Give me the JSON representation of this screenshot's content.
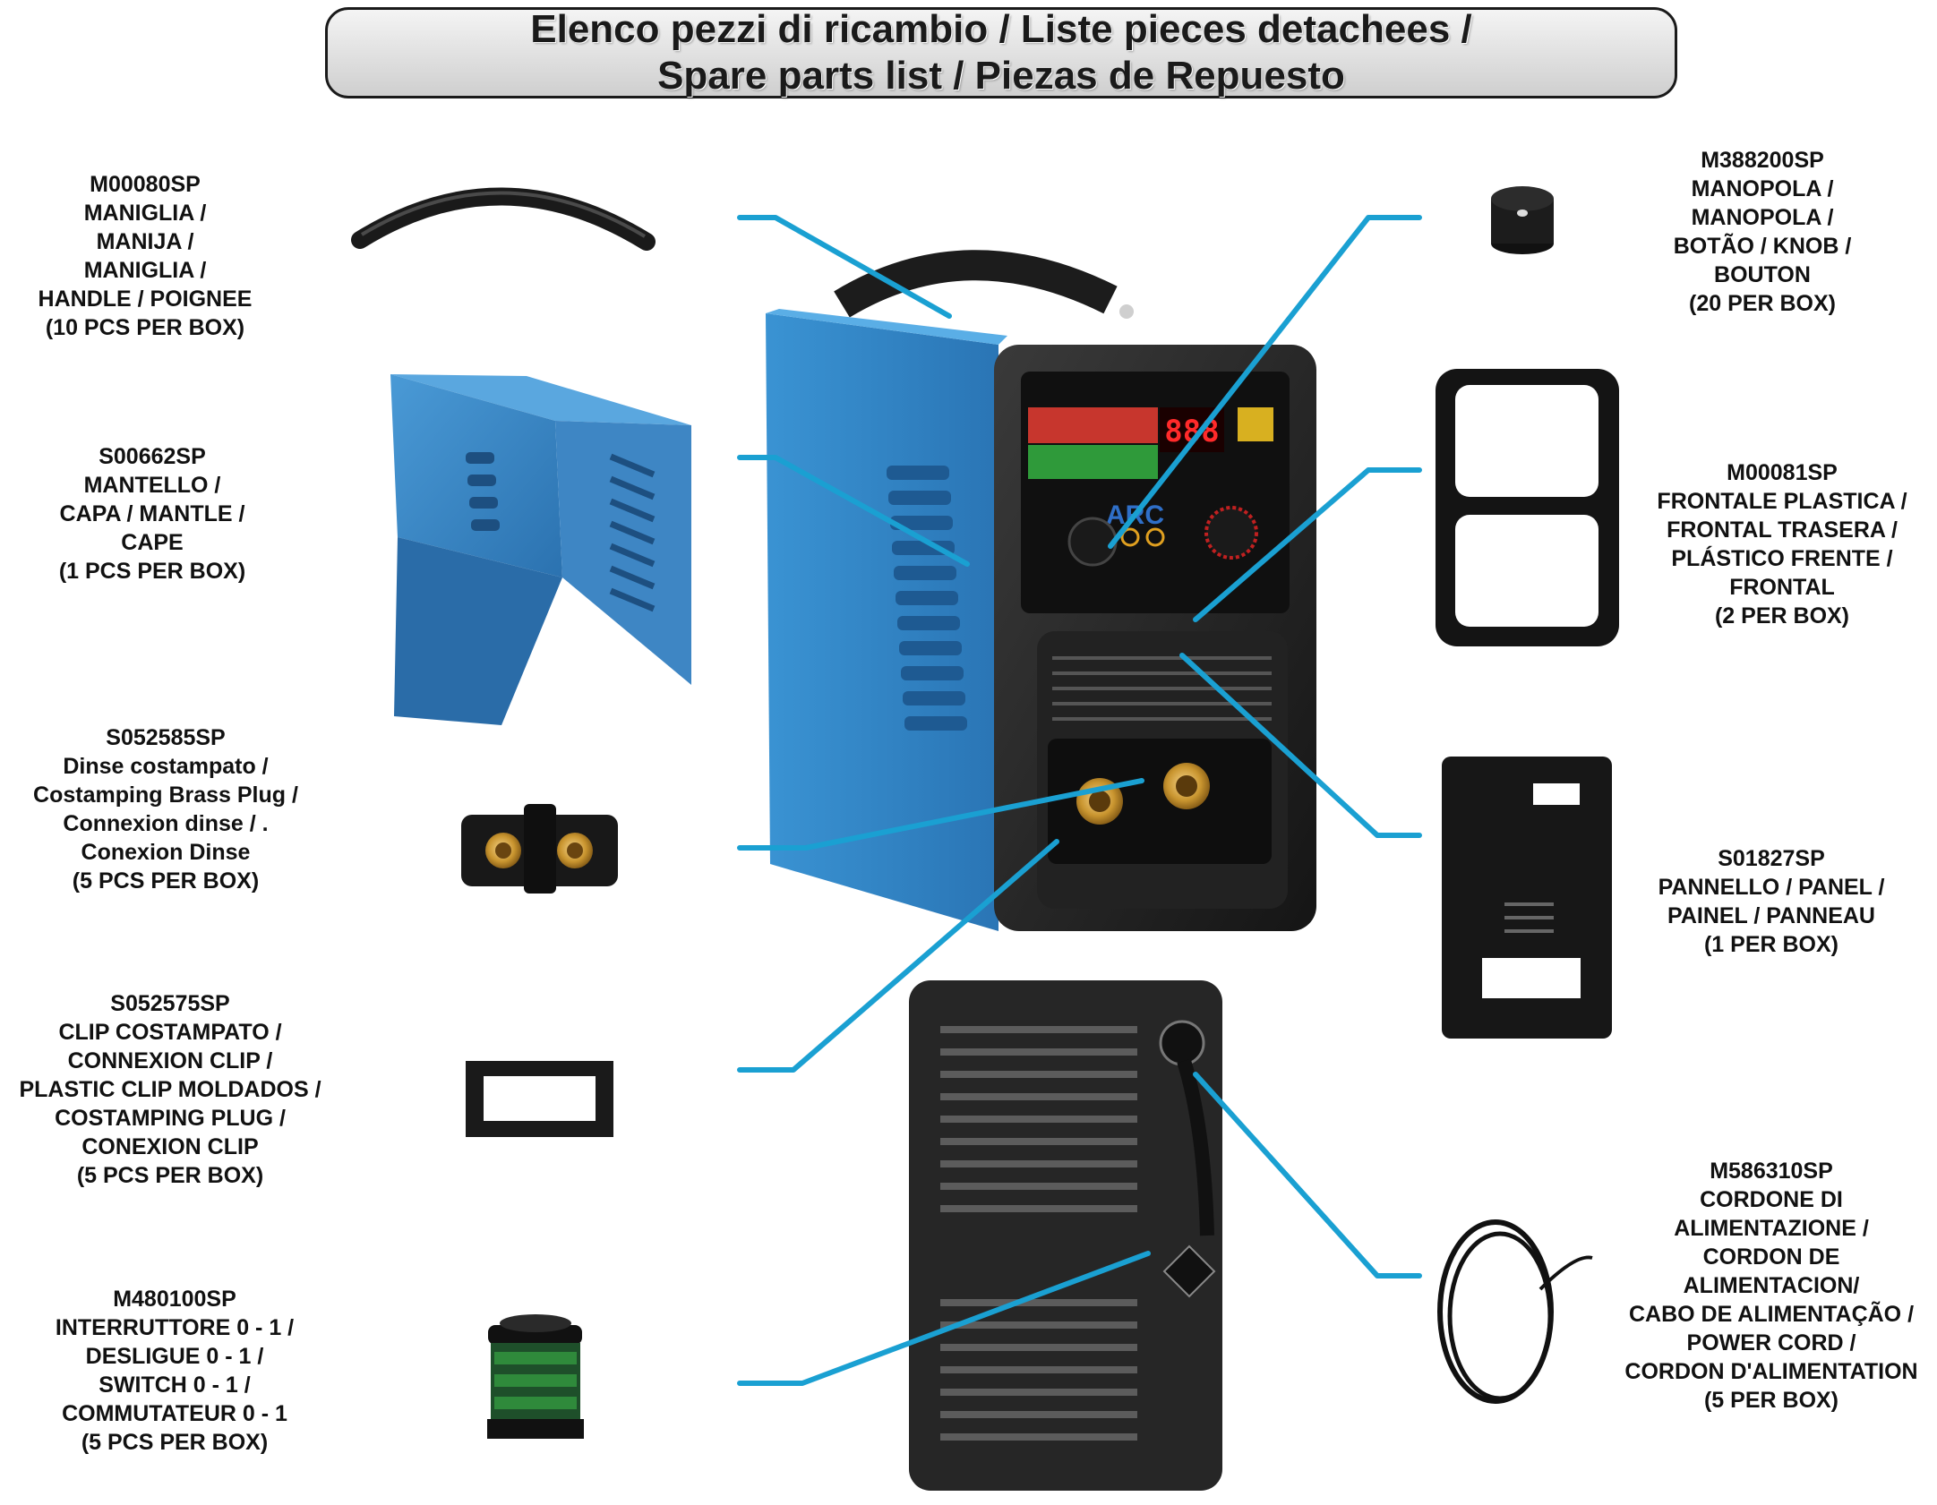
{
  "title": {
    "line1": "Elenco pezzi di ricambio / Liste pieces detachees /",
    "line2": "Spare parts list / Piezas de Repuesto"
  },
  "colors": {
    "leader_line": "#1aa0d2",
    "machine_blue": "#2f86c8",
    "machine_black": "#1b1b1d"
  },
  "parts_left": [
    {
      "code": "M00080SP",
      "lines": [
        "MANIGLIA /",
        "MANIJA /",
        "MANIGLIA /",
        "HANDLE / POIGNEE",
        "(10 PCS PER BOX)"
      ]
    },
    {
      "code": "S00662SP",
      "lines": [
        "MANTELLO /",
        "CAPA / MANTLE /",
        "CAPE",
        "(1 PCS PER BOX)"
      ]
    },
    {
      "code": "S052585SP",
      "lines": [
        "Dinse costampato /",
        "Costamping Brass Plug /",
        "Connexion dinse / .",
        "Conexion Dinse",
        "(5 PCS PER BOX)"
      ]
    },
    {
      "code": "S052575SP",
      "lines": [
        "CLIP COSTAMPATO /",
        "CONNEXION CLIP /",
        "PLASTIC CLIP MOLDADOS /",
        "COSTAMPING PLUG /",
        "CONEXION CLIP",
        "(5 PCS PER BOX)"
      ]
    },
    {
      "code": "M480100SP",
      "lines": [
        "INTERRUTTORE 0 - 1 /",
        "DESLIGUE 0 - 1 /",
        "SWITCH 0 - 1 /",
        "COMMUTATEUR 0 - 1",
        "(5 PCS PER BOX)"
      ]
    }
  ],
  "parts_right": [
    {
      "code": "M388200SP",
      "lines": [
        "MANOPOLA /",
        "MANOPOLA /",
        "BOTÃO / KNOB /",
        "BOUTON",
        "(20 PER BOX)"
      ]
    },
    {
      "code": "M00081SP",
      "lines": [
        "FRONTALE PLASTICA /",
        "FRONTAL TRASERA /",
        "PLÁSTICO FRENTE /",
        "FRONTAL",
        "(2 PER BOX)"
      ]
    },
    {
      "code": "S01827SP",
      "lines": [
        "PANNELLO  / PANEL /",
        "PAINEL / PANNEAU",
        "(1 PER BOX)"
      ]
    },
    {
      "code": "M586310SP",
      "lines": [
        "CORDONE DI",
        "ALIMENTAZIONE /",
        "CORDON DE",
        "ALIMENTACION/",
        "CABO DE ALIMENTAÇÃO /",
        "POWER CORD /",
        "CORDON D'ALIMENTATION",
        "(5 PER BOX)"
      ]
    }
  ],
  "machine_panel": {
    "display": "888",
    "mode_label": "ARC"
  }
}
